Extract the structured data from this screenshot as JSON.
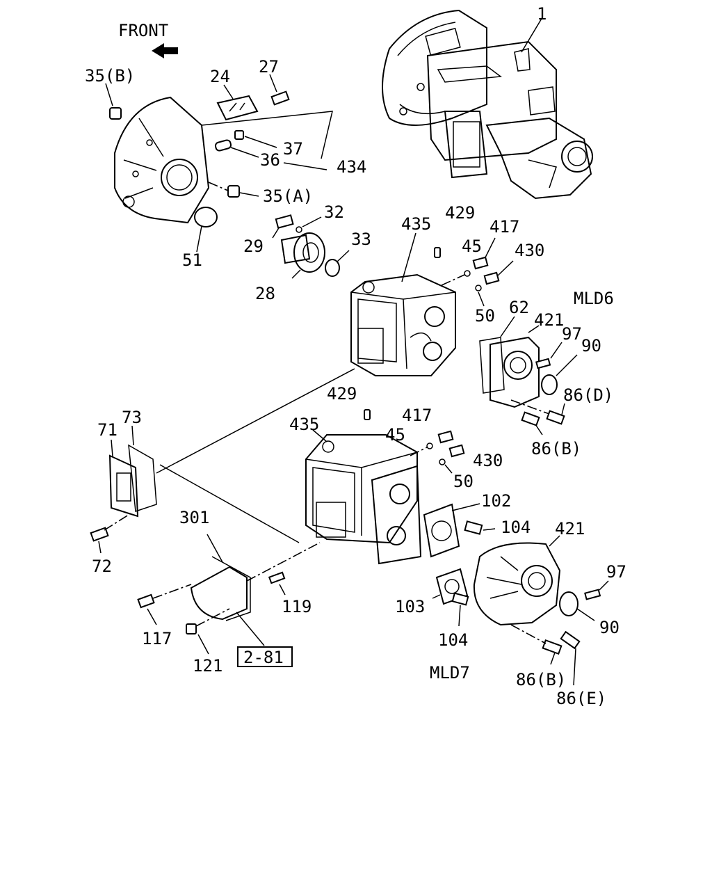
{
  "diagram": {
    "front_label": "FRONT",
    "variant_labels": {
      "upper": "MLD6",
      "lower": "MLD7"
    },
    "reference_box": "2-81",
    "callouts": {
      "c1": "1",
      "c35b": "35(B)",
      "c24": "24",
      "c27": "27",
      "c37": "37",
      "c36": "36",
      "c434": "434",
      "c35a": "35(A)",
      "c51": "51",
      "c32": "32",
      "c29": "29",
      "c33": "33",
      "c28": "28",
      "c435a": "435",
      "c429a": "429",
      "c417a": "417",
      "c45a": "45",
      "c430a": "430",
      "c50a": "50",
      "c62": "62",
      "c421a": "421",
      "c97a": "97",
      "c90a": "90",
      "c86d": "86(D)",
      "c86b1": "86(B)",
      "c429b": "429",
      "c435b": "435",
      "c417b": "417",
      "c45b": "45",
      "c430b": "430",
      "c50b": "50",
      "c73": "73",
      "c71": "71",
      "c72": "72",
      "c301": "301",
      "c102": "102",
      "c104a": "104",
      "c421b": "421",
      "c97b": "97",
      "c90b": "90",
      "c103": "103",
      "c104b": "104",
      "c117": "117",
      "c119": "119",
      "c121": "121",
      "c86b2": "86(B)",
      "c86e": "86(E)"
    }
  }
}
